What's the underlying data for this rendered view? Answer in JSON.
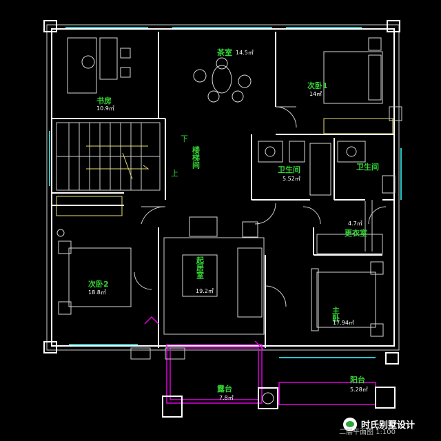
{
  "rooms": {
    "study": {
      "name": "书房",
      "area": "10.9㎡"
    },
    "tea": {
      "name": "茶室",
      "area": "14.5㎡"
    },
    "bed1": {
      "name": "次卧1",
      "area": "14㎡"
    },
    "stair": {
      "name": "楼梯间",
      "down": "下",
      "up": "上"
    },
    "bath1": {
      "name": "卫生间",
      "area": "5.52㎡"
    },
    "bath2": {
      "name": "卫生间"
    },
    "closet": {
      "name": "更衣室",
      "area": "4.7㎡"
    },
    "bed2": {
      "name": "次卧2",
      "area": "18.8㎡"
    },
    "living": {
      "name": "起居室",
      "area": "19.2㎡"
    },
    "master": {
      "name": "主卧",
      "area": "17.94㎡"
    },
    "terrace": {
      "name": "露台",
      "area": "7.8㎡"
    },
    "balcony": {
      "name": "阳台",
      "area": "5.28㎡"
    }
  },
  "watermark": "时氏别墅设计",
  "caption": "二层平面图  1:100",
  "colors": {
    "background": "#000000",
    "wall": "#ffffff",
    "label": "#34d334",
    "window": "#29c6c6",
    "railing": "#e000e0"
  }
}
